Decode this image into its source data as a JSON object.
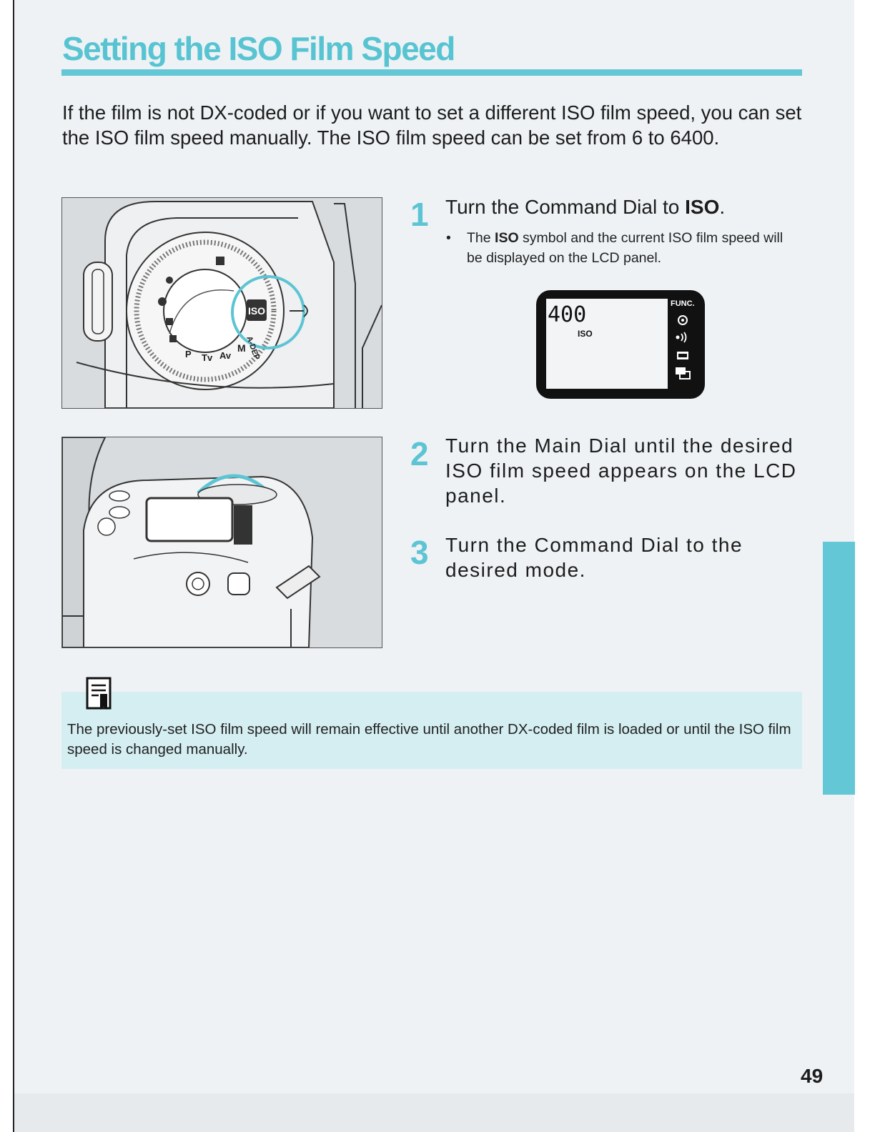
{
  "title": "Setting the ISO Film Speed",
  "intro": "If the film is not DX-coded or if you want to set a different ISO film speed, you can set the ISO film speed manually. The ISO film speed can be set from 6 to 6400.",
  "steps": [
    {
      "number": "1",
      "text_before": "Turn the Command Dial to ",
      "text_bold": "ISO",
      "text_after": ".",
      "bullet": {
        "marker": "•",
        "text_before": "The ",
        "text_bold": "ISO",
        "text_after": " symbol and the current ISO film speed will be displayed on the LCD panel."
      }
    },
    {
      "number": "2",
      "text": "Turn the Main Dial until the desired ISO film speed appears on the LCD panel."
    },
    {
      "number": "3",
      "text": "Turn the Command Dial to the desired mode."
    }
  ],
  "lcd": {
    "value": "400",
    "label": "ISO",
    "side_label": "FUNC."
  },
  "dial_labels": [
    "ISO",
    "A-DEP",
    "M",
    "Av",
    "Tv",
    "P"
  ],
  "note": {
    "icon": "note-icon",
    "text": "The previously-set ISO film speed will remain effective until another DX-coded film is loaded or until the ISO film speed is changed manually."
  },
  "page_number": "49",
  "colors": {
    "accent": "#5cc4d3",
    "note_bg": "#d4eef2",
    "page_bg": "#eef2f5"
  }
}
